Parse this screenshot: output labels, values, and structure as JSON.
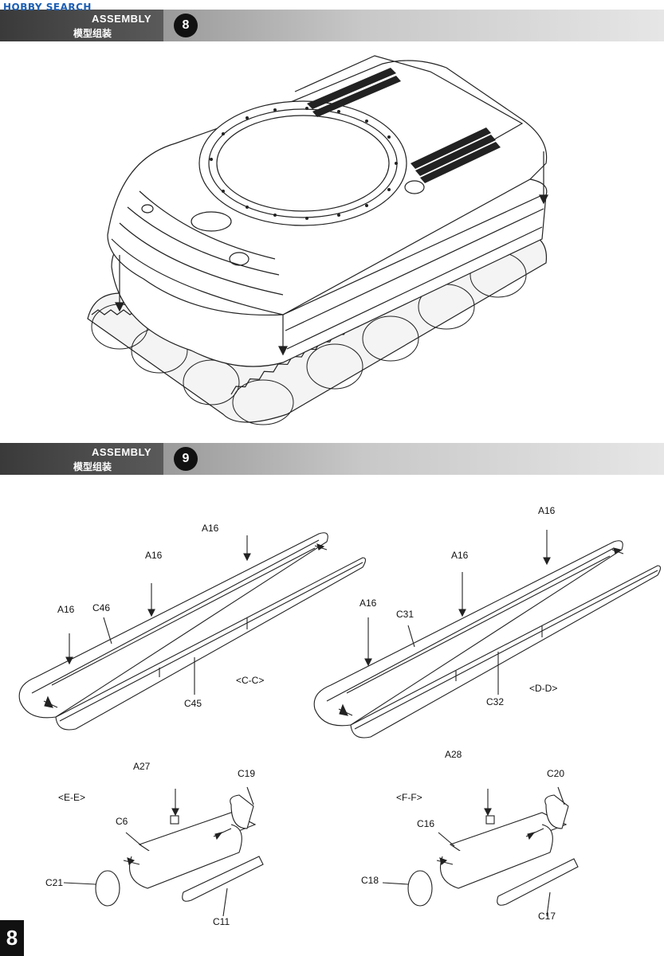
{
  "watermark": {
    "text": "HOBBY SEARCH"
  },
  "step8": {
    "title": "ASSEMBLY",
    "subtitle": "模型组装",
    "number": "8"
  },
  "step9": {
    "title": "ASSEMBLY",
    "subtitle": "模型组装",
    "number": "9"
  },
  "sections": {
    "cc": "<C-C>",
    "dd": "<D-D>",
    "ee": "<E-E>",
    "ff": "<F-F>"
  },
  "parts": {
    "a16_1": "A16",
    "a16_2": "A16",
    "a16_3": "A16",
    "c46": "C46",
    "c45": "C45",
    "a16_4": "A16",
    "a16_5": "A16",
    "a16_6": "A16",
    "c31": "C31",
    "c32": "C32",
    "a27": "A27",
    "c19": "C19",
    "c6": "C6",
    "c21": "C21",
    "c11": "C11",
    "a28": "A28",
    "c20": "C20",
    "c16": "C16",
    "c18": "C18",
    "c17": "C17"
  },
  "page_number": "8"
}
